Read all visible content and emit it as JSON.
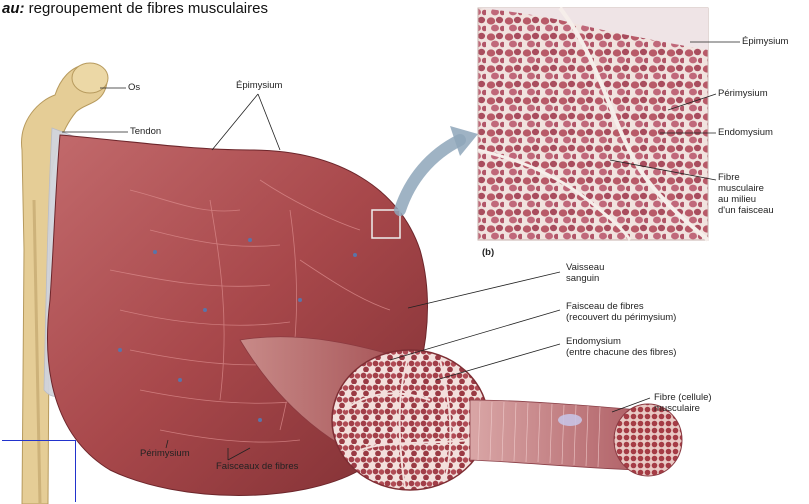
{
  "heading": {
    "bold_part": "au:",
    "rest": " regroupement de fibres musculaires"
  },
  "labels": {
    "os": "Os",
    "tendon": "Tendon",
    "epimysium_top": "Épimysium",
    "epimysium_right": "Épimysium",
    "perimysium_right": "Périmysium",
    "endomysium_right": "Endomysium",
    "fibre_center_1": "Fibre",
    "fibre_center_2": "musculaire",
    "fibre_center_3": "au milieu",
    "fibre_center_4": "d'un faisceau",
    "b_label": "(b)",
    "vaisseau_1": "Vaisseau",
    "vaisseau_2": "sanguin",
    "faisceau_1": "Faisceau de fibres",
    "faisceau_2": "(recouvert du périmysium)",
    "endo_1": "Endomysium",
    "endo_2": "(entre chacune des fibres)",
    "fibre_cell_1": "Fibre (cellule)",
    "fibre_cell_2": "musculaire",
    "perimysium_bottom": "Périmysium",
    "faisceaux_bottom": "Faisceaux de fibres"
  },
  "colors": {
    "muscle": "#a8484b",
    "muscle_dark": "#7f2f33",
    "muscle_light": "#c66f6f",
    "bone": "#e5cd96",
    "tendon": "#dfe0e6",
    "micro_bg": "#f1e3df",
    "micro_fiber": "#b85a68",
    "arrow": "#8ea6ba",
    "accent_box": "#2233cc"
  }
}
